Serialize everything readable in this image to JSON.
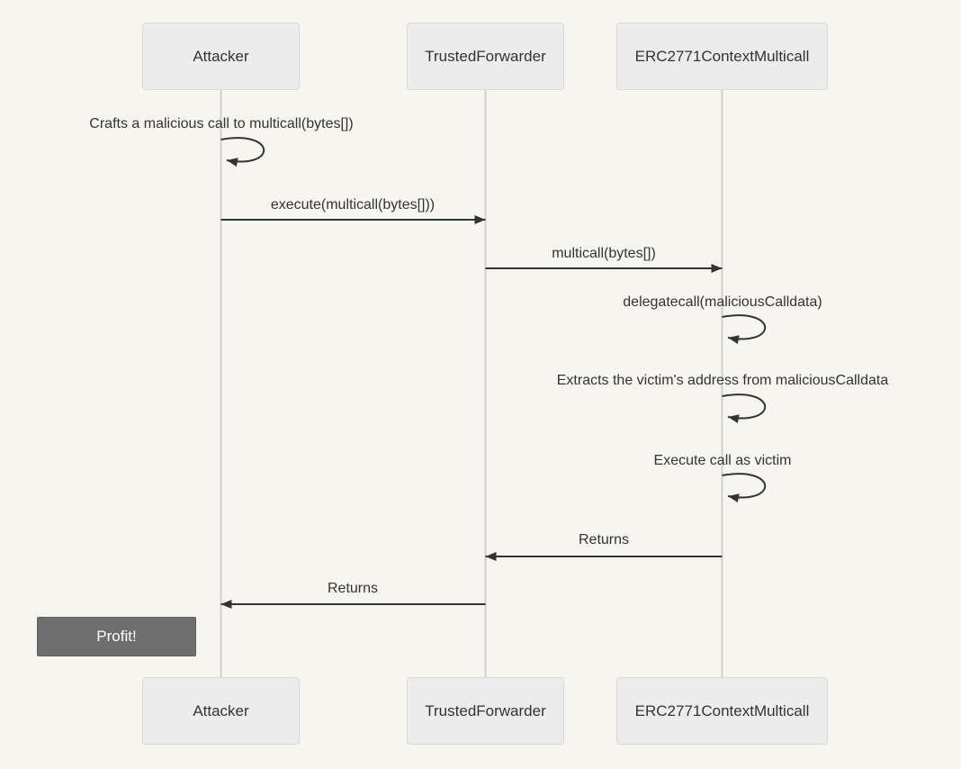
{
  "diagram_type": "sequence",
  "actors": [
    {
      "name": "Attacker"
    },
    {
      "name": "TrustedForwarder"
    },
    {
      "name": "ERC2771ContextMulticall"
    }
  ],
  "messages": [
    {
      "from": "Attacker",
      "to": "Attacker",
      "type": "self",
      "text": "Crafts a malicious call to multicall(bytes[])"
    },
    {
      "from": "Attacker",
      "to": "TrustedForwarder",
      "type": "solid-arrow",
      "text": "execute(multicall(bytes[]))"
    },
    {
      "from": "TrustedForwarder",
      "to": "ERC2771ContextMulticall",
      "type": "solid-arrow",
      "text": "multicall(bytes[])"
    },
    {
      "from": "ERC2771ContextMulticall",
      "to": "ERC2771ContextMulticall",
      "type": "self",
      "text": "delegatecall(maliciousCalldata)"
    },
    {
      "from": "ERC2771ContextMulticall",
      "to": "ERC2771ContextMulticall",
      "type": "self",
      "text": "Extracts the victim's address from maliciousCalldata"
    },
    {
      "from": "ERC2771ContextMulticall",
      "to": "ERC2771ContextMulticall",
      "type": "self",
      "text": "Execute call as victim"
    },
    {
      "from": "ERC2771ContextMulticall",
      "to": "TrustedForwarder",
      "type": "solid-arrow",
      "text": "Returns"
    },
    {
      "from": "TrustedForwarder",
      "to": "Attacker",
      "type": "solid-arrow",
      "text": "Returns"
    }
  ],
  "note": {
    "text": "Profit!",
    "placement": "left of Attacker"
  },
  "colors": {
    "background": "#f6f5f0",
    "actor_fill": "#ececec",
    "actor_border": "#d9d9d9",
    "lifeline": "#d0d0d0",
    "message_line": "#333333",
    "message_text": "#333333",
    "note_fill": "#6e6e6e",
    "note_border": "#5f5f5f",
    "note_text": "#fdfdfd"
  }
}
